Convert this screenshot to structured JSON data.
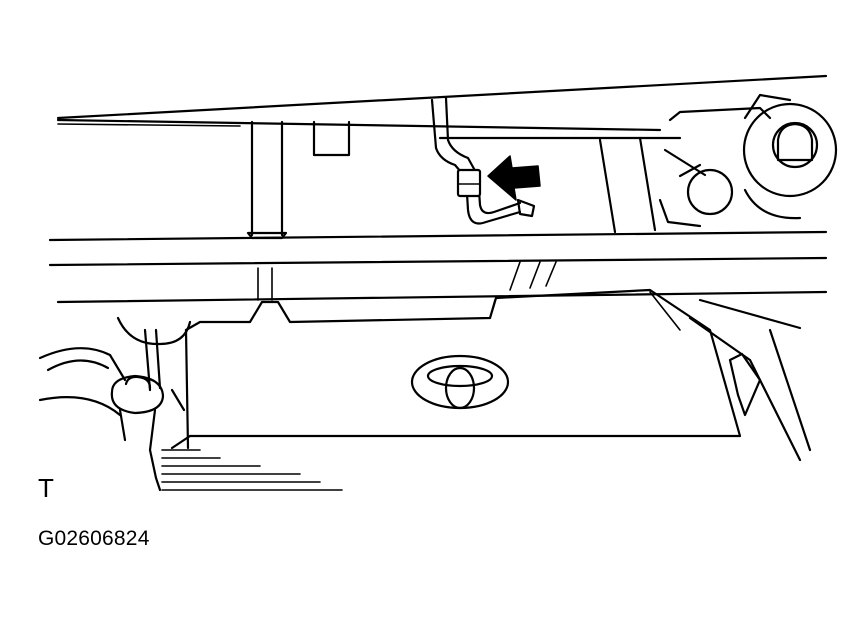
{
  "figure": {
    "view_marker": "T",
    "figure_code": "G02606824"
  },
  "icons": {
    "callout_arrow": "arrow-pointing-left",
    "emblem": "toyota-emblem"
  },
  "colors": {
    "line": "#000000",
    "background": "#ffffff"
  }
}
